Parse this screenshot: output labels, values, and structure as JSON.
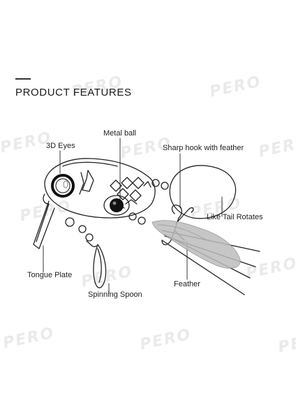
{
  "header": {
    "title": "PRODUCT FEATURES"
  },
  "brand": {
    "watermark": "PERO"
  },
  "callouts": {
    "eyes": "3D Eyes",
    "metal_ball": "Metal ball",
    "hook": "Sharp hook with feather",
    "tongue": "Tongue Plate",
    "tail": "Like Tail Rotates",
    "spoon": "Spinning Spoon",
    "feather": "Feather"
  }
}
